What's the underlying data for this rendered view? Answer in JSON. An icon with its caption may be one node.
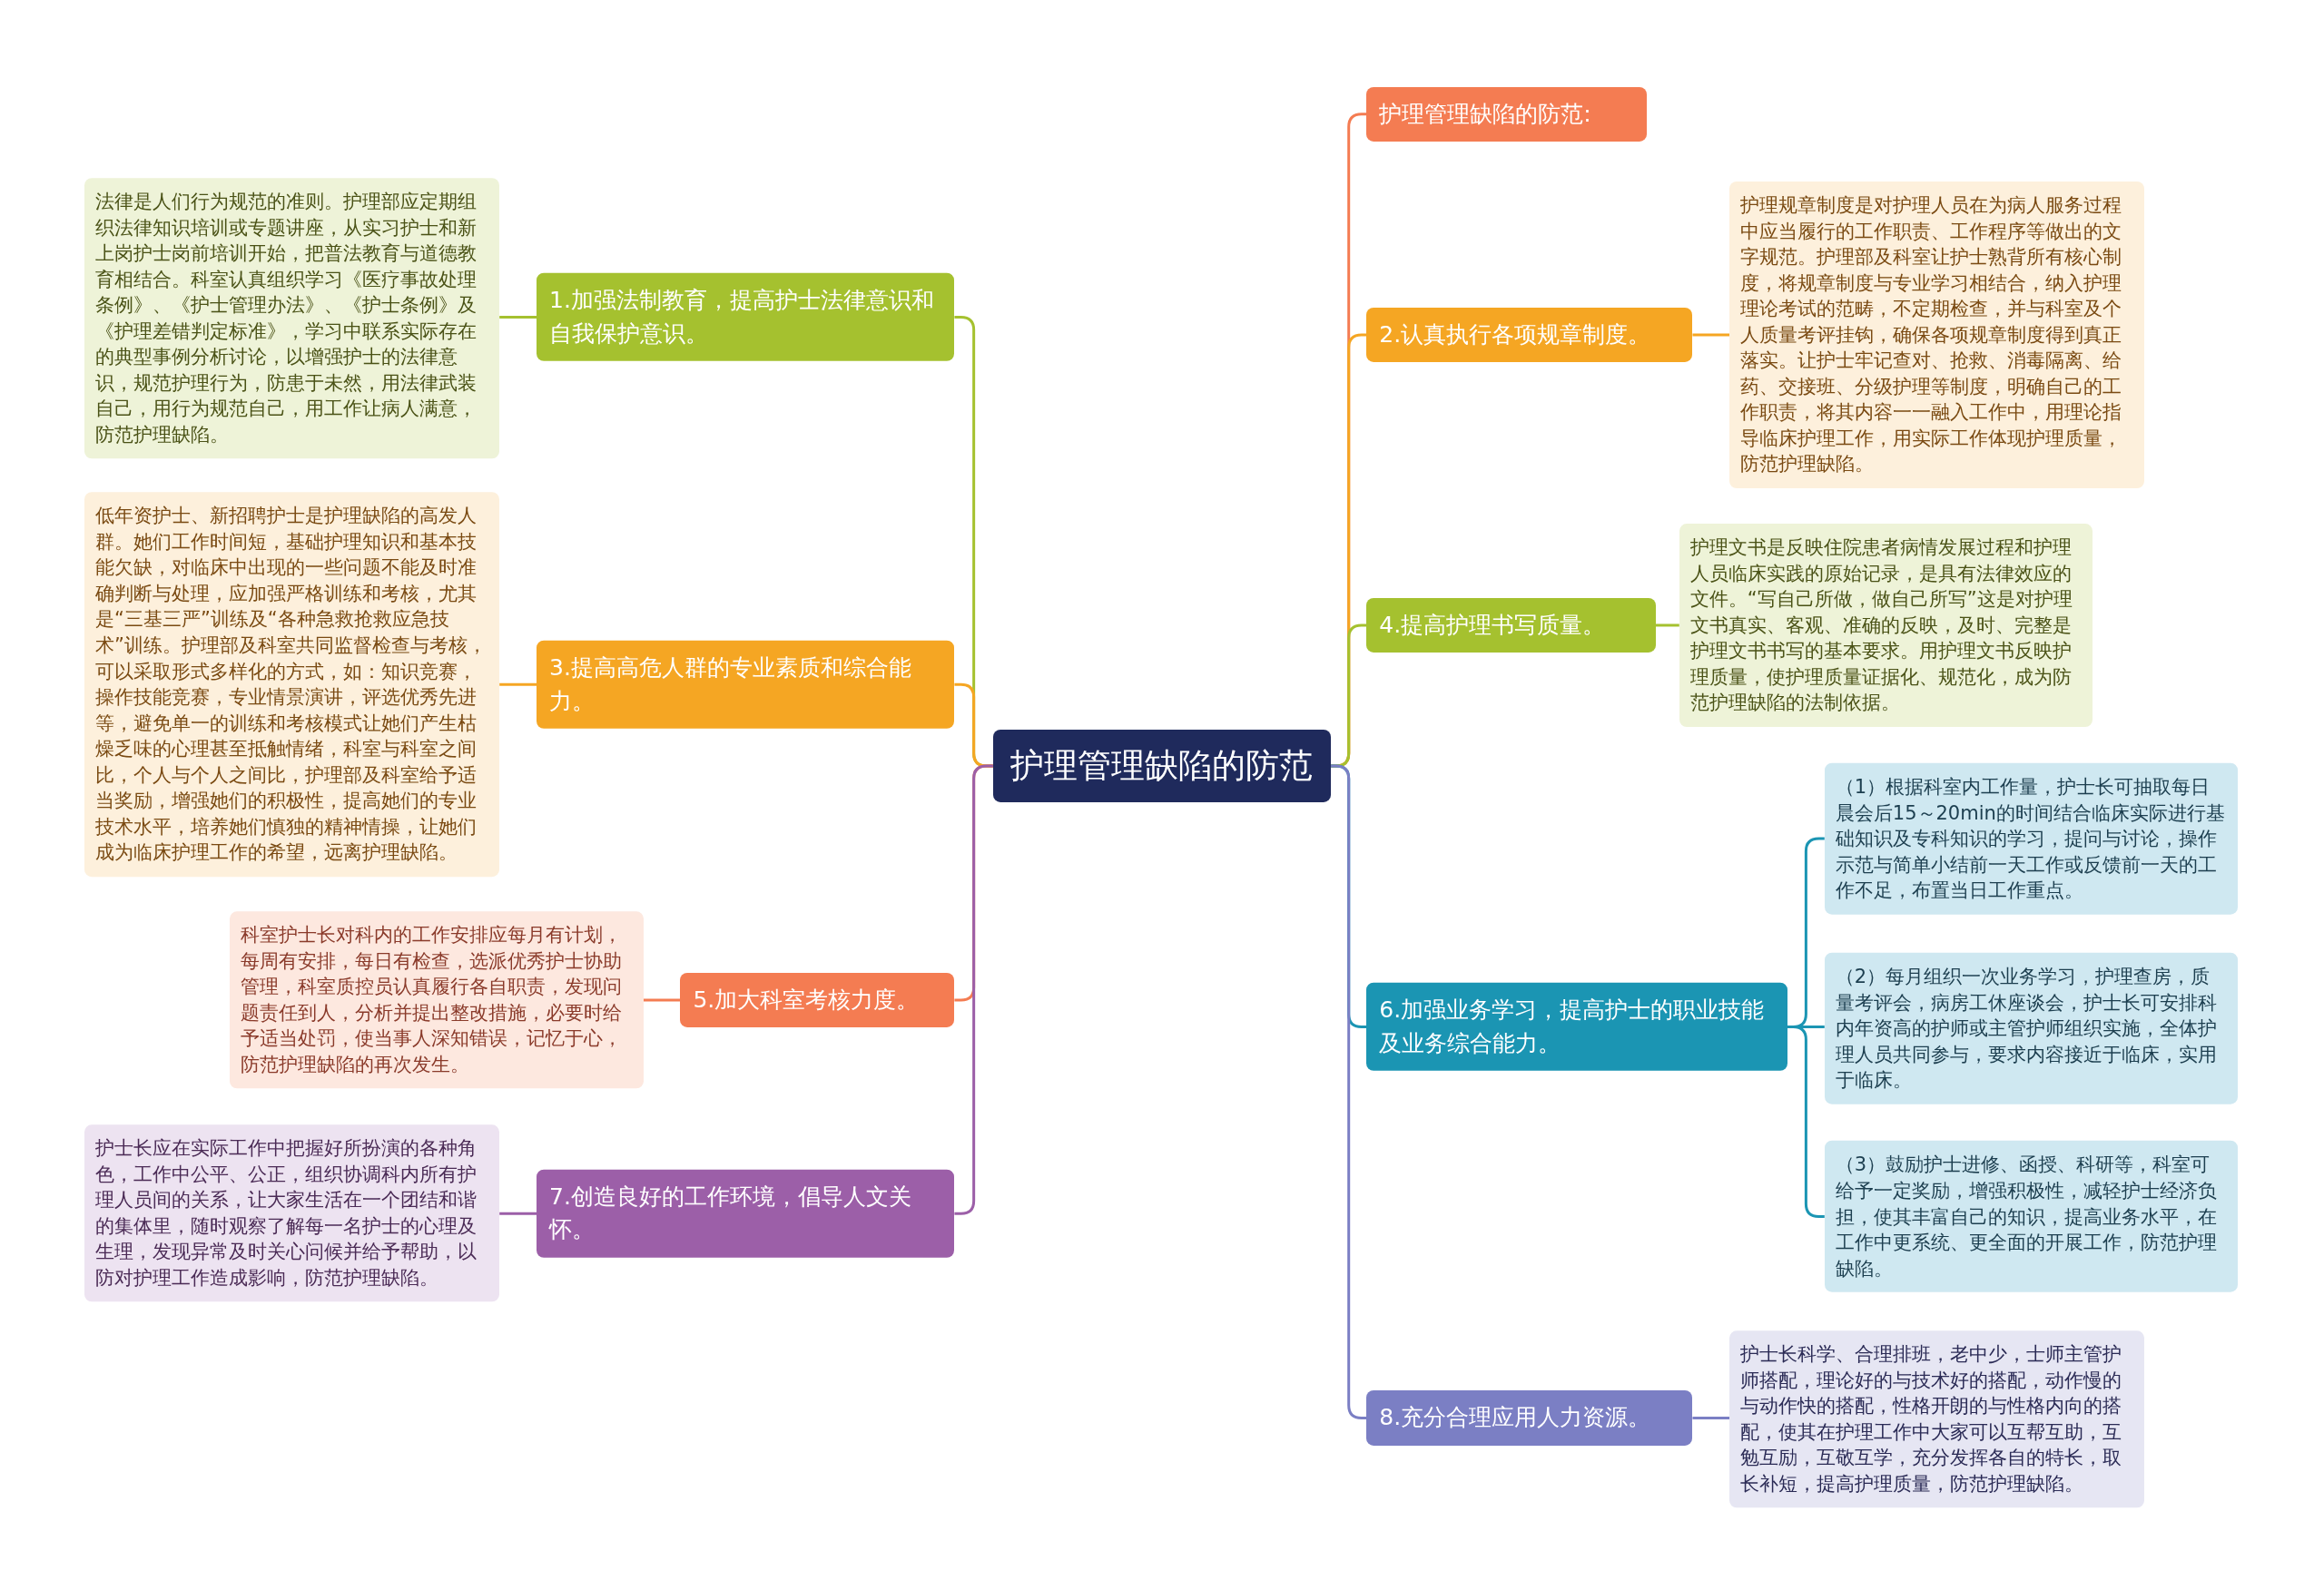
{
  "diagram": {
    "nodes": [
      {
        "text": [
          "护理管理缺陷的防范"
        ]
      },
      {
        "text": [
          "护理管理缺陷的防范:"
        ]
      },
      {
        "text": [
          "2.认真执行各项规章制度。"
        ]
      },
      {
        "text": [
          "护理规章制度是对护理人员在为病人服务过程中应当履行的工作职责、工作程序等做出的文字规范。护理部及科室让护士熟背所有核心制度，将规章制度与专业学习相结合，纳入护理理论考试的范畴，不定期检查，并与科室及个人质量考评挂钩，确保各项规章制度得到真正落实。让护士牢记查对、抢救、消毒隔离、给药、交接班、分级护理等制度，明确自己的工作职责，将其内容一一融入工作中，用理论指导临床护理工作，用实际工作体现护理质量，防范护理缺陷。"
        ]
      },
      {
        "text": [
          "4.提高护理书写质量。"
        ]
      },
      {
        "text": [
          "护理文书是反映住院患者病情发展过程和护理人员临床实践的原始记录，是具有法律效应的文件。“写自己所做，做自己所写”这是对护理文书真实、客观、准确的反映，及时、完整是护理文书书写的基本要求。用护理文书反映护理质量，使护理质量证据化、规范化，成为防范护理缺陷的法制依据。"
        ]
      },
      {
        "text": [
          "6.加强业务学习，提高护士的职业技能及业务综合能力。"
        ]
      },
      {
        "text": [
          "（1）根据科室内工作量，护士长可抽取每日晨会后15～20min的时间结合临床实际进行基础知识及专科知识的学习，提问与讨论，操作示范与简单小结前一天工作或反馈前一天的工作不足，布置当日工作重点。"
        ]
      },
      {
        "text": [
          "（2）每月组织一次业务学习，护理查房，质量考评会，病房工休座谈会，护士长可安排科内年资高的护师或主管护师组织实施，全体护理人员共同参与，要求内容接近于临床，实用于临床。"
        ]
      },
      {
        "text": [
          "（3）鼓励护士进修、函授、科研等，科室可给予一定奖励，增强积极性，减轻护士经济负担，使其丰富自己的知识，提高业务水平，在工作中更系统、更全面的开展工作，防范护理缺陷。"
        ]
      },
      {
        "text": [
          "8.充分合理应用人力资源。"
        ]
      },
      {
        "text": [
          "护士长科学、合理排班，老中少，士师主管护师搭配，理论好的与技术好的搭配，动作慢的与动作快的搭配，性格开朗的与性格内向的搭配，使其在护理工作中大家可以互帮互助，互勉互励，互敬互学，充分发挥各自的特长，取长补短，提高护理质量，防范护理缺陷。"
        ]
      },
      {
        "text": [
          "1.加强法制教育，提高护士法律意识和自我保护意识。"
        ]
      },
      {
        "text": [
          "法律是人们行为规范的准则。护理部应定期组织法律知识培训或专题讲座，从实习护士和新上岗护士岗前培训开始，把普法教育与道德教育相结合。科室认真组织学习《医疗事故处理条例》、《护士管理办法》、《护士条例》及《护理差错判定标准》，学习中联系实际存在的典型事例分析讨论，以增强护士的法律意识，规范护理行为，防患于未然，用法律武装自己，用行为规范自己，用工作让病人满意，防范护理缺陷。"
        ]
      },
      {
        "text": [
          "3.提高高危人群的专业素质和综合能力。"
        ]
      },
      {
        "text": [
          "低年资护士、新招聘护士是护理缺陷的高发人群。她们工作时间短，基础护理知识和基本技能欠缺，对临床中出现的一些问题不能及时准确判断与处理，应加强严格训练和考核，尤其是“三基三严”训练及“各种急救抢救应急技术”训练。护理部及科室共同监督检查与考核，可以采取形式多样化的方式，如：知识竞赛，操作技能竞赛，专业情景演讲，评选优秀先进等，避免单一的训练和考核模式让她们产生枯燥乏味的心理甚至抵触情绪，科室与科室之间比，个人与个人之间比，护理部及科室给予适当奖励，增强她们的积极性，提高她们的专业技术水平，培养她们慎独的精神情操，让她们成为临床护理工作的希望，远离护理缺陷。"
        ]
      },
      {
        "text": [
          "5.加大科室考核力度。"
        ]
      },
      {
        "text": [
          "科室护士长对科内的工作安排应每月有计划，每周有安排，每日有检查，选派优秀护士协助管理，科室质控员认真履行各自职责，发现问题责任到人，分析并提出整改措施，必要时给予适当处罚，使当事人深知错误，记忆于心，防范护理缺陷的再次发生。"
        ]
      },
      {
        "text": [
          "7.创造良好的工作环境，倡导人文关怀。"
        ]
      },
      {
        "text": [
          "护士长应在实际工作中把握好所扮演的各种角色，工作中公平、公正，组织协调科内所有护理人员间的关系，让大家生活在一个团结和谐的集体里，随时观察了解每一名护士的心理及生理，发现异常及时关心问候并给予帮助，以防对护理工作造成影响，防范护理缺陷。"
        ]
      }
    ],
    "edges": [
      {
        "from": 0,
        "to": 1,
        "arrow": "none",
        "color": "#f47c52"
      },
      {
        "from": 0,
        "to": 2,
        "arrow": "none",
        "color": "#f5a623"
      },
      {
        "from": 2,
        "to": 3,
        "arrow": "none",
        "color": "#f5a623"
      },
      {
        "from": 0,
        "to": 4,
        "arrow": "none",
        "color": "#a5c12f"
      },
      {
        "from": 4,
        "to": 5,
        "arrow": "none",
        "color": "#a5c12f"
      },
      {
        "from": 0,
        "to": 6,
        "arrow": "none",
        "color": "#1b95b3"
      },
      {
        "from": 6,
        "to": 7,
        "arrow": "none",
        "color": "#1b95b3"
      },
      {
        "from": 6,
        "to": 8,
        "arrow": "none",
        "color": "#1b95b3"
      },
      {
        "from": 6,
        "to": 9,
        "arrow": "none",
        "color": "#1b95b3"
      },
      {
        "from": 0,
        "to": 10,
        "arrow": "none",
        "color": "#7b7fc4"
      },
      {
        "from": 10,
        "to": 11,
        "arrow": "none",
        "color": "#7b7fc4"
      },
      {
        "from": 0,
        "to": 12,
        "arrow": "none",
        "color": "#a5c12f"
      },
      {
        "from": 12,
        "to": 13,
        "arrow": "none",
        "color": "#a5c12f"
      },
      {
        "from": 0,
        "to": 14,
        "arrow": "none",
        "color": "#f5a623"
      },
      {
        "from": 14,
        "to": 15,
        "arrow": "none",
        "color": "#f5a623"
      },
      {
        "from": 0,
        "to": 16,
        "arrow": "none",
        "color": "#f47c52"
      },
      {
        "from": 16,
        "to": 17,
        "arrow": "none",
        "color": "#f47c52"
      },
      {
        "from": 0,
        "to": 18,
        "arrow": "none",
        "color": "#9c5fa8"
      },
      {
        "from": 18,
        "to": 19,
        "arrow": "none",
        "color": "#9c5fa8"
      }
    ]
  }
}
